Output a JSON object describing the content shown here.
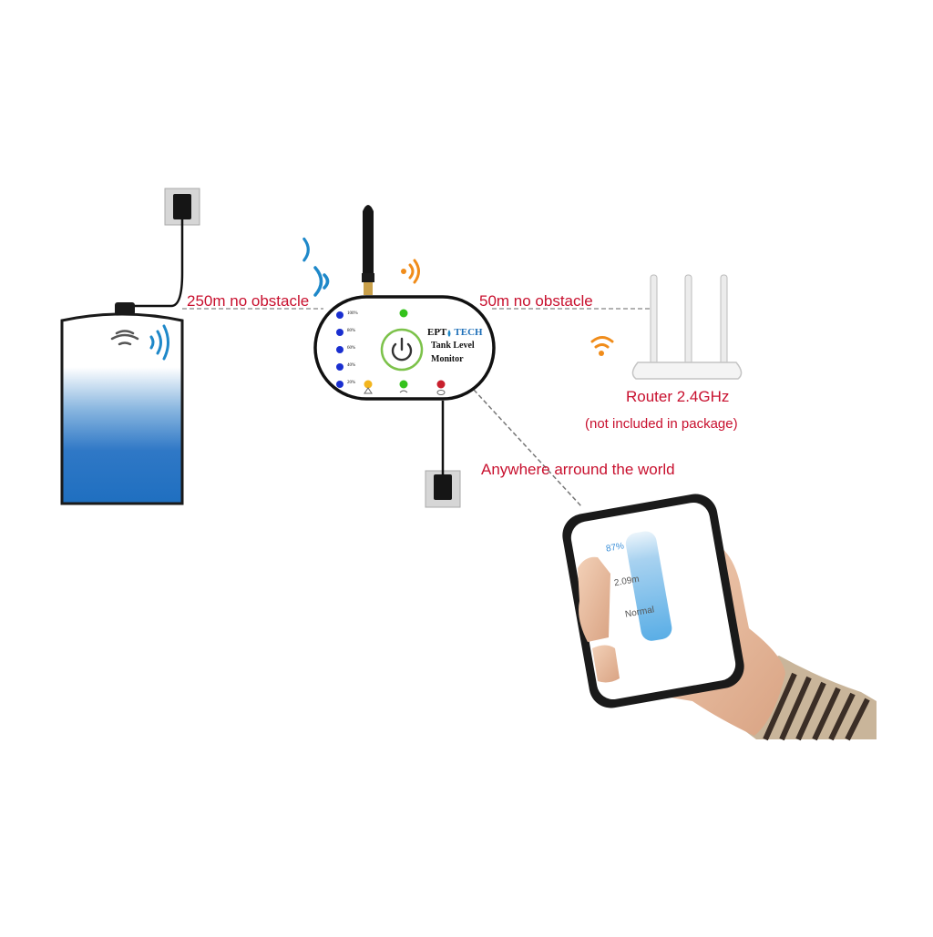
{
  "labels": {
    "sensor_link": "250m no obstacle",
    "router_link": "50m no obstacle",
    "router_name": "Router 2.4GHz",
    "router_note": "(not included in package)",
    "world": "Anywhere arround the world"
  },
  "device": {
    "brand_left": "EPT",
    "brand_right": "TECH",
    "name_line1": "Tank Level",
    "name_line2": "Monitor",
    "level_leds": [
      "100%",
      "80%",
      "60%",
      "40%",
      "20%"
    ]
  },
  "phone": {
    "value_percent": "87%",
    "value_distance": "2.09m",
    "value_status": "Normal"
  },
  "colors": {
    "label_red": "#c8102e",
    "water_blue": "#1f6fc0",
    "led_blue": "#1a2fd0",
    "led_green": "#34c21c",
    "wifi_blue": "#1e88c9",
    "wifi_orange": "#f08c1a"
  }
}
